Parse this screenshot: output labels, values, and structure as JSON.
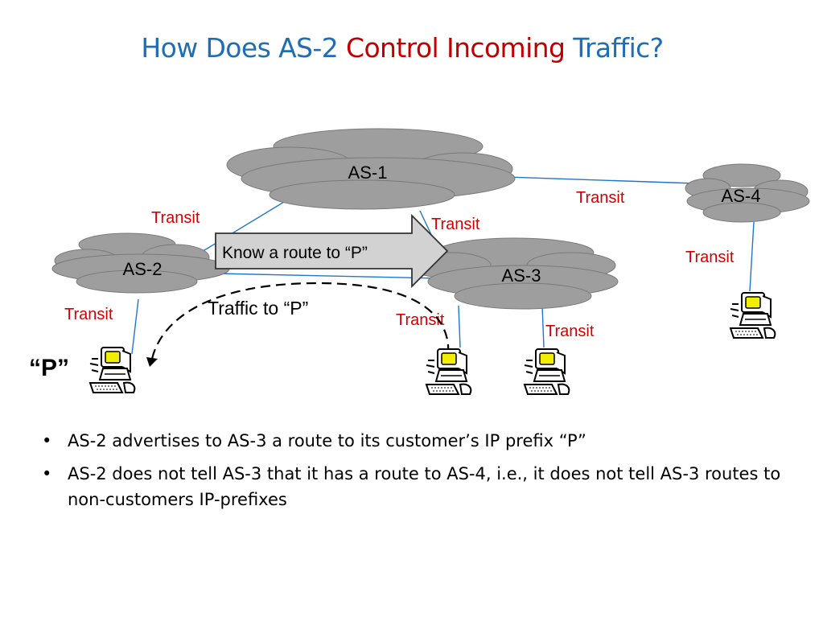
{
  "title": {
    "part1": "How Does AS-2 ",
    "part2": "Control Incoming",
    "part3": " Traffic?"
  },
  "diagram": {
    "clouds": {
      "as1": "AS-1",
      "as2": "AS-2",
      "as3": "AS-3",
      "as4": "AS-4"
    },
    "transit_labels": {
      "as1_as2": "Transit",
      "as1_as3": "Transit",
      "as1_as4": "Transit",
      "as2_p": "Transit",
      "as3_host1": "Transit",
      "as3_host2": "Transit",
      "as4_host": "Transit"
    },
    "route_arrow_label": "Know a route to “P”",
    "traffic_label": "Traffic to “P”",
    "p_label": "“P”",
    "colors": {
      "cloud_fill": "#9e9e9e",
      "link": "#1f77c8",
      "transit": "#d40000",
      "title_blue": "#1f6db3",
      "title_red": "#c00000"
    }
  },
  "bullets": [
    "AS-2 advertises to AS-3 a route to its customer’s IP prefix “P”",
    "AS-2 does not tell AS-3 that it has a route to AS-4, i.e., it does not tell AS-3 routes to non-customers IP-prefixes"
  ],
  "bullet_glyph": "•"
}
